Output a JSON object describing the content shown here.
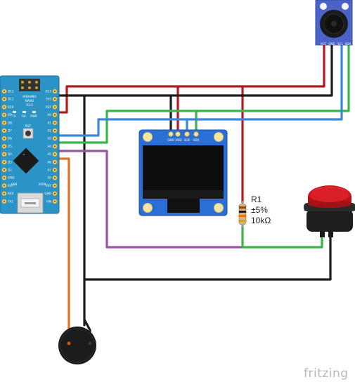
{
  "arduino": {
    "title_line1": "ARDUINO",
    "title_line2": "NANO",
    "title_line3": "V3.0",
    "left_pins": [
      "D12",
      "D11",
      "D10",
      "D9",
      "D8",
      "D7",
      "D6",
      "D5",
      "D4",
      "D3",
      "D2",
      "GND",
      "RST",
      "RX0",
      "TX1"
    ],
    "right_pins": [
      "D13",
      "3V3",
      "REF",
      "A0",
      "A1",
      "A2",
      "A3",
      "A4",
      "A5",
      "A6",
      "A7",
      "5V",
      "RST",
      "GND",
      "VIN"
    ],
    "led_labels": [
      "TX",
      "RX",
      "PWR"
    ],
    "rst_label": "RST",
    "usb_label": "USB",
    "year_label": "2009"
  },
  "oled": {
    "pin_labels": [
      "GND",
      "VDD",
      "SCK",
      "SDA"
    ]
  },
  "sound_sensor": {
    "pin_labels": [
      "VCC",
      "GND",
      "SCL",
      "SDA"
    ]
  },
  "resistor": {
    "name": "R1",
    "tolerance": "±5%",
    "value": "10kΩ"
  },
  "button": {},
  "buzzer": {},
  "brand": {
    "text": "fritzing"
  },
  "colors": {
    "red": "#b5191f",
    "black": "#1c1c1c",
    "green": "#39b54a",
    "blue": "#3c88d4",
    "purple": "#9b53a6",
    "orange": "#d97428",
    "board_blue": "#2b93c6",
    "oled_blue": "#2a6fd6",
    "sensor_blue": "#4a63c9"
  }
}
